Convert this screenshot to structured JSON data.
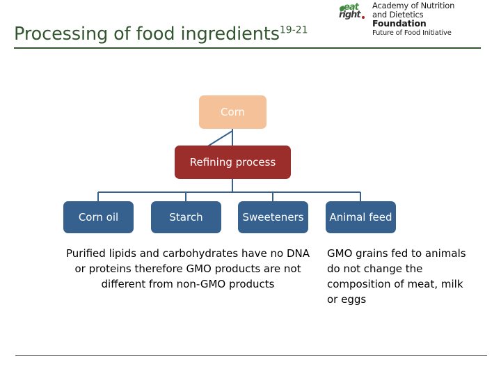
{
  "header": {
    "title_text": "Processing of food ingredients",
    "title_superscript": "19-21",
    "title_color": "#31552f"
  },
  "logo": {
    "mark_eat": "eat",
    "mark_right": "right",
    "line1": "Academy of Nutrition",
    "line2": "and Dietetics",
    "line3": "Foundation",
    "line4": "Future of Food Initiative",
    "green": "#3f8a3f",
    "dark": "#3a3a3a",
    "accent_red": "#b02020"
  },
  "diagram": {
    "connector_color": "#36618e",
    "nodes": {
      "corn": {
        "label": "Corn",
        "fill": "#f5c199",
        "text_color": "#ffffff"
      },
      "refining": {
        "label": "Refining process",
        "fill": "#9b2d2b",
        "text_color": "#ffffff"
      },
      "corn_oil": {
        "label": "Corn oil",
        "fill": "#36618e",
        "text_color": "#ffffff"
      },
      "starch": {
        "label": "Starch",
        "fill": "#36618e",
        "text_color": "#ffffff"
      },
      "sweeteners": {
        "label": "Sweeteners",
        "fill": "#36618e",
        "text_color": "#ffffff"
      },
      "animal_feed": {
        "label": "Animal feed",
        "fill": "#36618e",
        "text_color": "#ffffff"
      }
    }
  },
  "body": {
    "left_text": "Purified lipids and carbohydrates have no DNA or proteins therefore GMO products are not different from non-GMO products",
    "right_text": "GMO grains fed to animals do not change the composition of meat, milk or eggs"
  },
  "footer": {
    "rule_color": "#808080"
  }
}
